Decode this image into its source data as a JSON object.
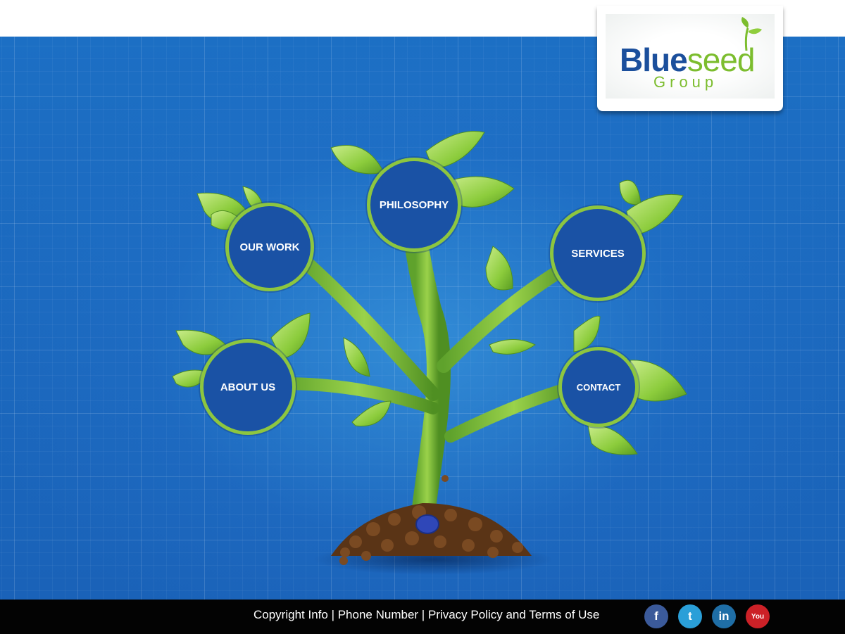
{
  "logo": {
    "word_blue": "Blue",
    "word_green": "seed",
    "group": "Group"
  },
  "tree_nodes": {
    "philosophy": "PHILOSOPHY",
    "our_work": "OUR WORK",
    "services": "SERVICES",
    "about_us": "ABOUT US",
    "contact": "CONTACT"
  },
  "footer": {
    "copyright": "Copyright Info",
    "sep1": " | ",
    "phone": "Phone Number",
    "sep2": " | ",
    "privacy": "Privacy Policy and Terms of Use"
  },
  "social": [
    {
      "icon": "facebook-icon",
      "glyph": "f",
      "color": "#3b5a9a"
    },
    {
      "icon": "twitter-icon",
      "glyph": "t",
      "color": "#2a9fd8"
    },
    {
      "icon": "linkedin-icon",
      "glyph": "in",
      "color": "#1f6ea6"
    },
    {
      "icon": "youtube-icon",
      "glyph": "You",
      "color": "#cc2127"
    }
  ],
  "colors": {
    "background_blue": "#1c6fc4",
    "node_blue": "#1a52a5",
    "leaf_green": "#8dc63f",
    "footer_black": "#030303"
  }
}
